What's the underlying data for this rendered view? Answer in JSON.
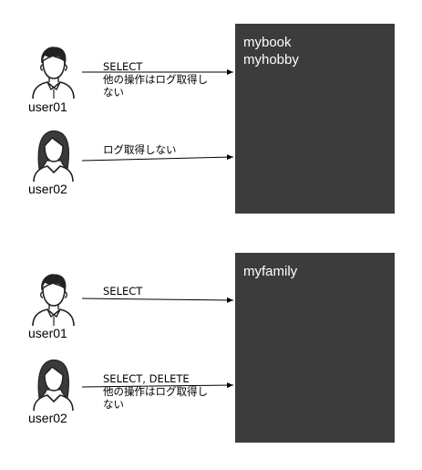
{
  "panels": [
    {
      "databases": [
        "mybook",
        "myhobby"
      ],
      "users": [
        {
          "name": "user01",
          "icon": "male-user-icon",
          "permission_lines": [
            "SELECT",
            "他の操作はログ取得し",
            "ない"
          ]
        },
        {
          "name": "user02",
          "icon": "female-user-icon",
          "permission_lines": [
            "ログ取得しない"
          ]
        }
      ]
    },
    {
      "databases": [
        "myfamily"
      ],
      "users": [
        {
          "name": "user01",
          "icon": "male-user-icon",
          "permission_lines": [
            "SELECT"
          ]
        },
        {
          "name": "user02",
          "icon": "female-user-icon",
          "permission_lines": [
            "SELECT, DELETE",
            "他の操作はログ取得し",
            "ない"
          ]
        }
      ]
    }
  ],
  "colors": {
    "db_box": "#3c3c3c",
    "db_text": "#ffffff",
    "icon_stroke": "#222222",
    "hair_female": "#3a3a3a"
  }
}
